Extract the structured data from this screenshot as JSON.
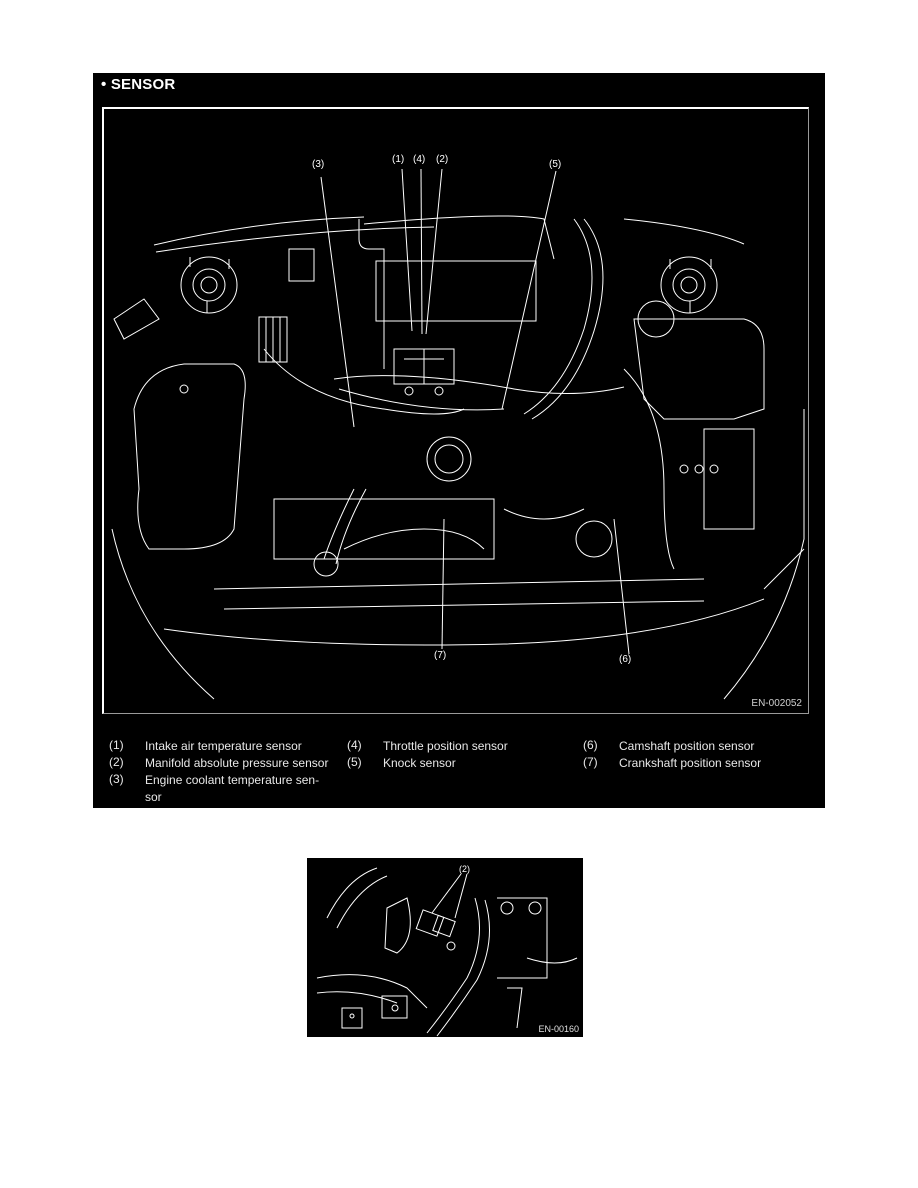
{
  "section": {
    "bullet": "•",
    "title": "• SENSOR"
  },
  "main_figure": {
    "figure_code": "EN-002052",
    "callouts": [
      {
        "id": "3",
        "label": "(3)"
      },
      {
        "id": "1",
        "label": "(1)"
      },
      {
        "id": "4",
        "label": "(4)"
      },
      {
        "id": "2",
        "label": "(2)"
      },
      {
        "id": "5",
        "label": "(5)"
      },
      {
        "id": "7",
        "label": "(7)"
      },
      {
        "id": "6",
        "label": "(6)"
      }
    ],
    "legend": [
      {
        "num": "(1)",
        "text": "Intake air temperature sensor"
      },
      {
        "num": "(2)",
        "text": "Manifold absolute pressure sensor"
      },
      {
        "num": "(3)",
        "text": "Engine coolant temperature sen-sor"
      },
      {
        "num": "(4)",
        "text": "Throttle position sensor"
      },
      {
        "num": "(5)",
        "text": "Knock sensor"
      },
      {
        "num": "(6)",
        "text": "Camshaft position sensor"
      },
      {
        "num": "(7)",
        "text": "Crankshaft position sensor"
      }
    ]
  },
  "sub_figure": {
    "callout": "(2)",
    "figure_code": "EN-00160"
  },
  "colors": {
    "panel_bg": "#000000",
    "line_art": "#ffffff",
    "page_bg": "#ffffff"
  }
}
